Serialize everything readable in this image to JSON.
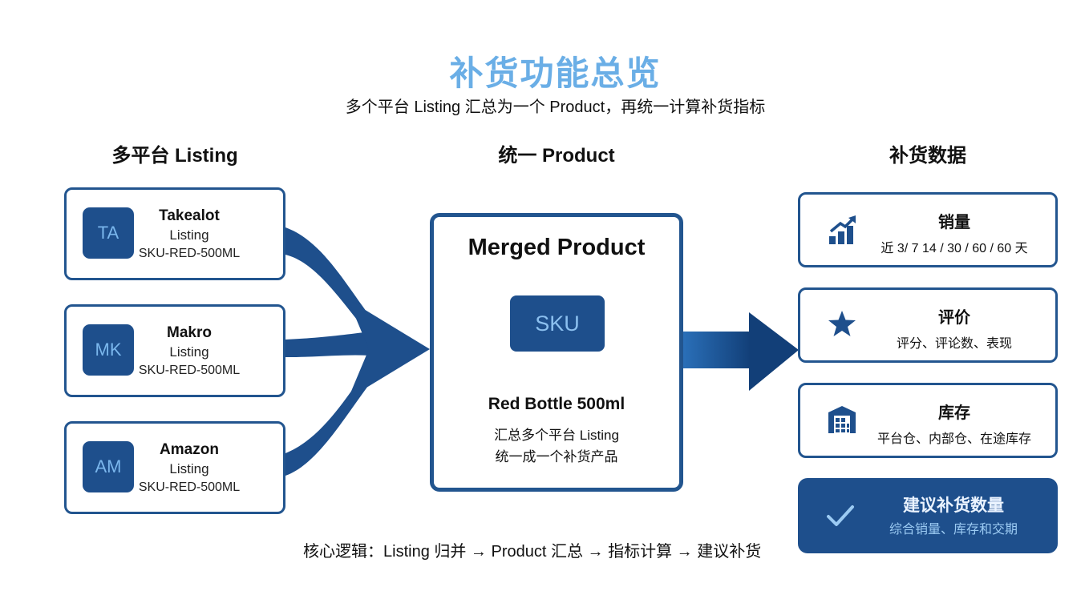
{
  "title": "补货功能总览",
  "subtitle": "多个平台 Listing 汇总为一个 Product，再统一计算补货指标",
  "columns": {
    "left": "多平台 Listing",
    "middle": "统一 Product",
    "right": "补货数据"
  },
  "listings": [
    {
      "badge": "TA",
      "name": "Takealot",
      "type": "Listing",
      "sku": "SKU-RED-500ML"
    },
    {
      "badge": "MK",
      "name": "Makro",
      "type": "Listing",
      "sku": "SKU-RED-500ML"
    },
    {
      "badge": "AM",
      "name": "Amazon",
      "type": "Listing",
      "sku": "SKU-RED-500ML"
    }
  ],
  "merged": {
    "title": "Merged Product",
    "sku": "SKU",
    "product": "Red Bottle 500ml",
    "line1": "汇总多个平台 Listing",
    "line2": "统一成一个补货产品"
  },
  "metrics": [
    {
      "icon": "sales-chart-icon",
      "title": "销量",
      "desc": "近 3/ 7 14 / 30 / 60 / 60 天"
    },
    {
      "icon": "star-icon",
      "title": "评价",
      "desc": "评分、评论数、表现"
    },
    {
      "icon": "warehouse-icon",
      "title": "库存",
      "desc": "平台仓、内部仓、在途库存"
    }
  ],
  "suggestion": {
    "icon": "check-icon",
    "title": "建议补货数量",
    "desc": "综合销量、库存和交期"
  },
  "core_logic": "核心逻辑：Listing 归并 → Product 汇总 → 指标计算 → 建议补货",
  "colors": {
    "primary": "#1e4f8c",
    "title": "#6aaee6",
    "border": "#22558f"
  }
}
